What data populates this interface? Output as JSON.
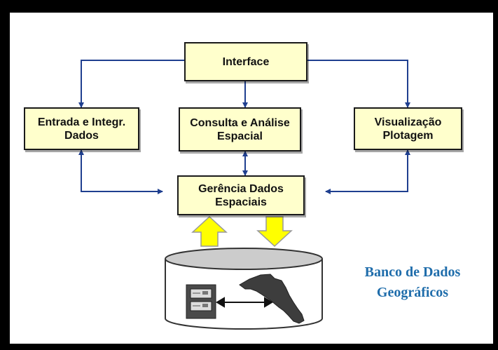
{
  "diagram": {
    "nodes": {
      "interface": "Interface",
      "entrada": "Entrada e Integr.\nDados",
      "consulta": "Consulta e Análise\nEspacial",
      "visualizacao": "Visualização\nPlotagem",
      "gerencia": "Gerência Dados\nEspaciais"
    },
    "database_label": "Banco de Dados\nGeográficos",
    "colors": {
      "box_fill": "#ffffcc",
      "arrow": "#1f3f8f",
      "io_arrow": "#ffff00",
      "label": "#1f6dab"
    },
    "icons": [
      "database-cylinder-icon",
      "server-rack-icon",
      "map-shape-icon",
      "double-arrow-icon"
    ]
  }
}
